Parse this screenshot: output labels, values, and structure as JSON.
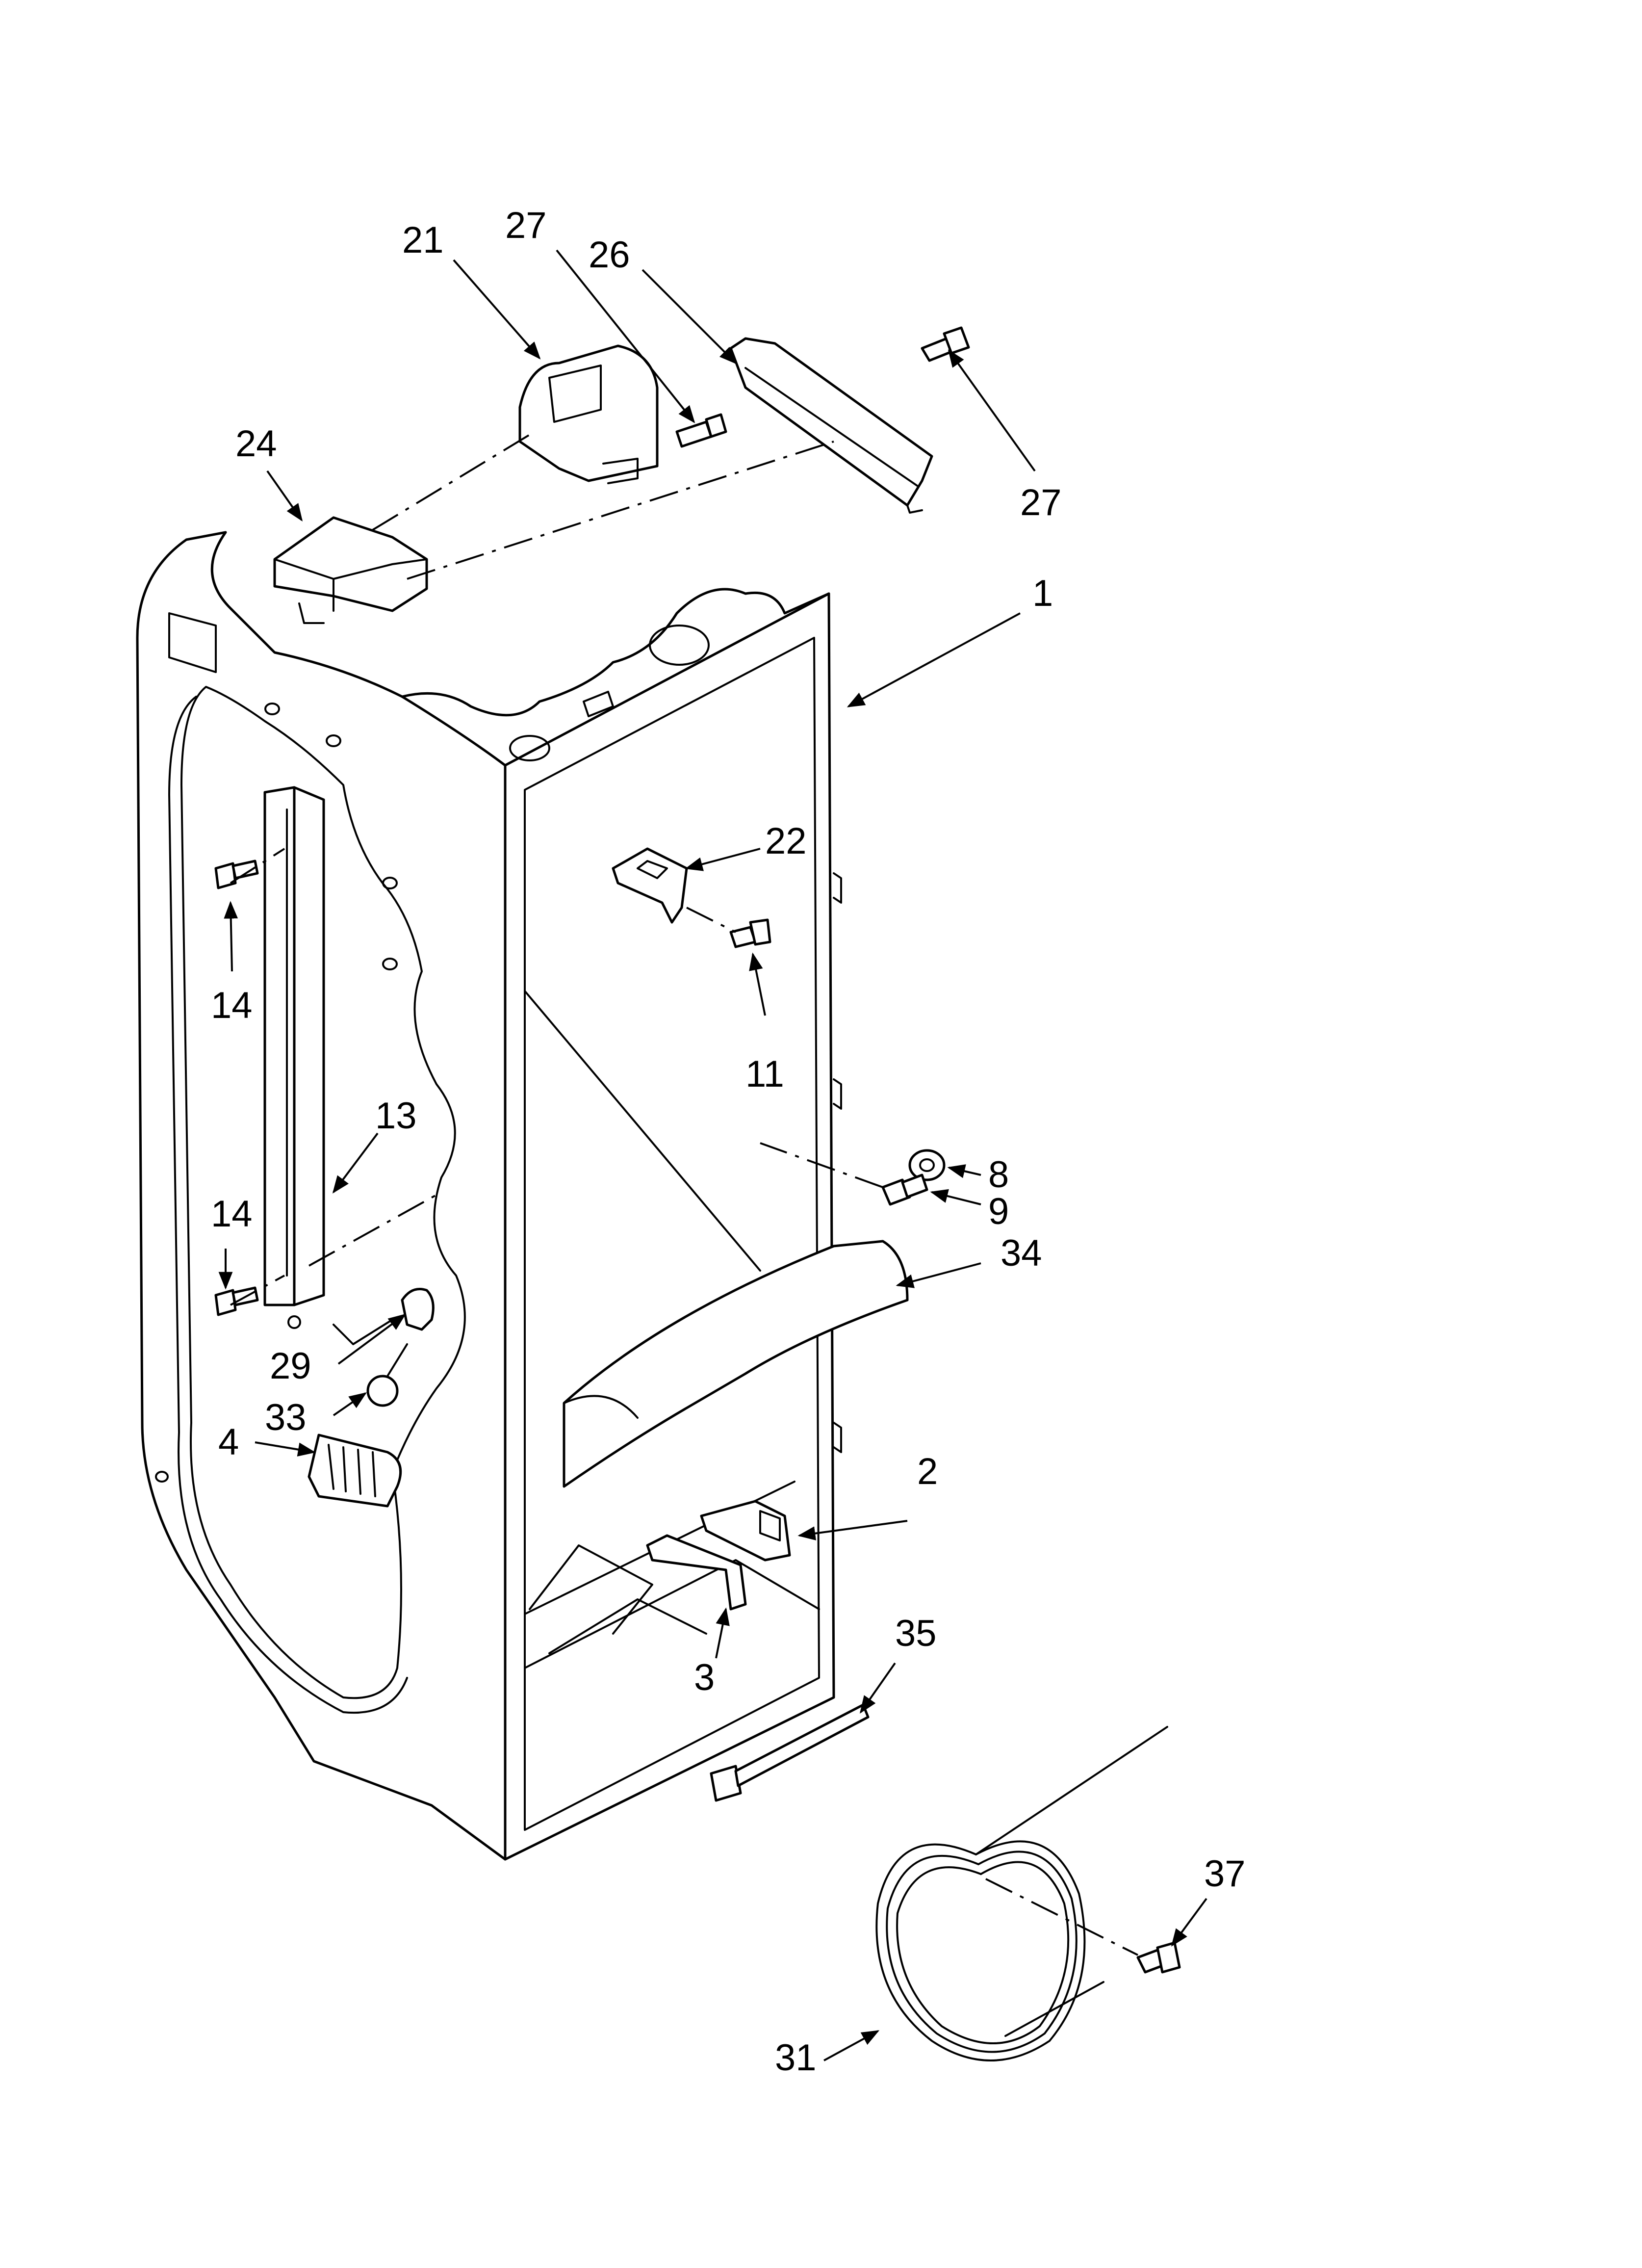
{
  "callouts": [
    {
      "id": "1",
      "text": "1"
    },
    {
      "id": "2",
      "text": "2"
    },
    {
      "id": "3",
      "text": "3"
    },
    {
      "id": "4",
      "text": "4"
    },
    {
      "id": "8",
      "text": "8"
    },
    {
      "id": "9",
      "text": "9"
    },
    {
      "id": "11",
      "text": "11"
    },
    {
      "id": "13",
      "text": "13"
    },
    {
      "id": "14a",
      "text": "14"
    },
    {
      "id": "14b",
      "text": "14"
    },
    {
      "id": "21",
      "text": "21"
    },
    {
      "id": "22",
      "text": "22"
    },
    {
      "id": "24",
      "text": "24"
    },
    {
      "id": "26",
      "text": "26"
    },
    {
      "id": "27a",
      "text": "27"
    },
    {
      "id": "27b",
      "text": "27"
    },
    {
      "id": "29",
      "text": "29"
    },
    {
      "id": "31",
      "text": "31"
    },
    {
      "id": "33",
      "text": "33"
    },
    {
      "id": "34",
      "text": "34"
    },
    {
      "id": "35",
      "text": "35"
    },
    {
      "id": "37",
      "text": "37"
    }
  ]
}
